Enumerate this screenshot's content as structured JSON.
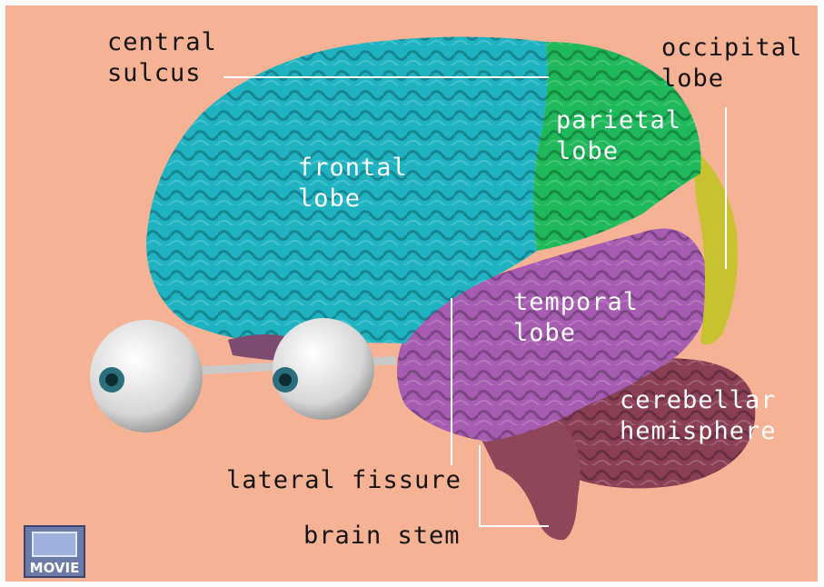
{
  "labels": {
    "central_sulcus": [
      "central",
      "sulcus"
    ],
    "occipital_lobe": [
      "occipital",
      "lobe"
    ],
    "parietal_lobe": [
      "parietal",
      "lobe"
    ],
    "frontal_lobe": [
      "frontal",
      "lobe"
    ],
    "temporal_lobe": [
      "temporal",
      "lobe"
    ],
    "cerebellar_hemisphere": [
      "cerebellar",
      "hemisphere"
    ],
    "lateral_fissure": "lateral fissure",
    "brain_stem": "brain stem"
  },
  "movie_badge": "MOVIE",
  "colors": {
    "background": "#f6b295",
    "frontal": "#1fb3c2",
    "parietal": "#1fb85a",
    "occipital": "#c8c230",
    "temporal": "#a65cb0",
    "cerebellum": "#8a3f55",
    "brainstem": "#8e4658",
    "eyes": "#dcdcdc",
    "leader_lines": "#ffffff"
  }
}
